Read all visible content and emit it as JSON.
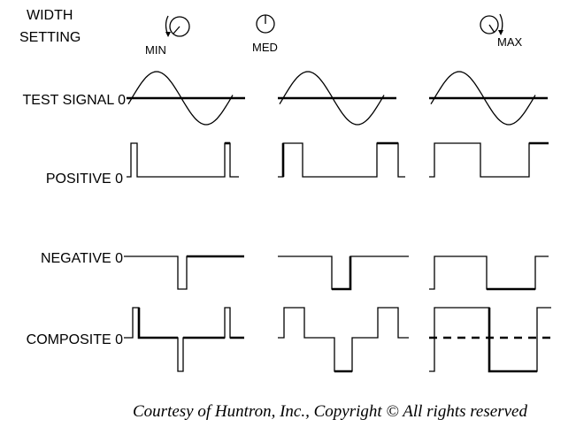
{
  "header": {
    "line1": "WIDTH",
    "line2": "SETTING"
  },
  "settings": [
    {
      "label": "MIN",
      "icon": "knob-ccw-icon"
    },
    {
      "label": "MED",
      "icon": "knob-center-icon"
    },
    {
      "label": "MAX",
      "icon": "knob-cw-icon"
    }
  ],
  "rows": [
    {
      "label": "TEST SIGNAL 0"
    },
    {
      "label": "POSITIVE 0"
    },
    {
      "label": "NEGATIVE 0"
    },
    {
      "label": "COMPOSITE 0"
    }
  ],
  "footer": "Courtesy of Huntron, Inc., Copyright ©  All rights reserved"
}
